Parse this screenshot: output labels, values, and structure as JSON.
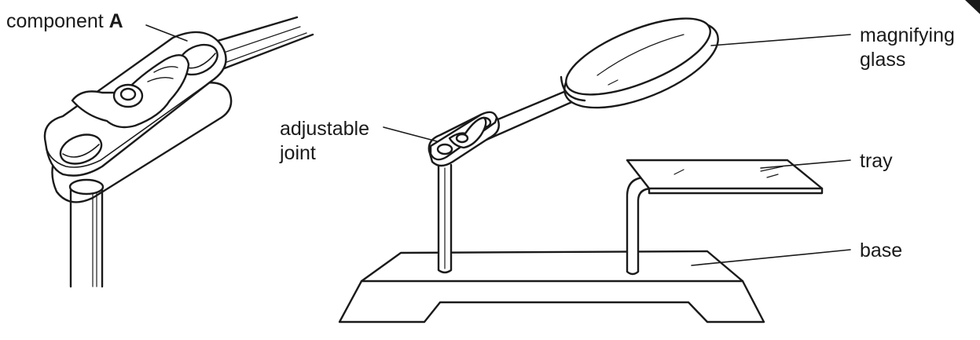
{
  "labels": {
    "component_prefix": "component",
    "component_letter": "A",
    "adjustable_line1": "adjustable",
    "adjustable_line2": "joint",
    "magnifying_line1": "magnifying",
    "magnifying_line2": "glass",
    "tray": "tray",
    "base": "base"
  },
  "colors": {
    "ink": "#1a1a1a",
    "fill": "#ffffff"
  }
}
